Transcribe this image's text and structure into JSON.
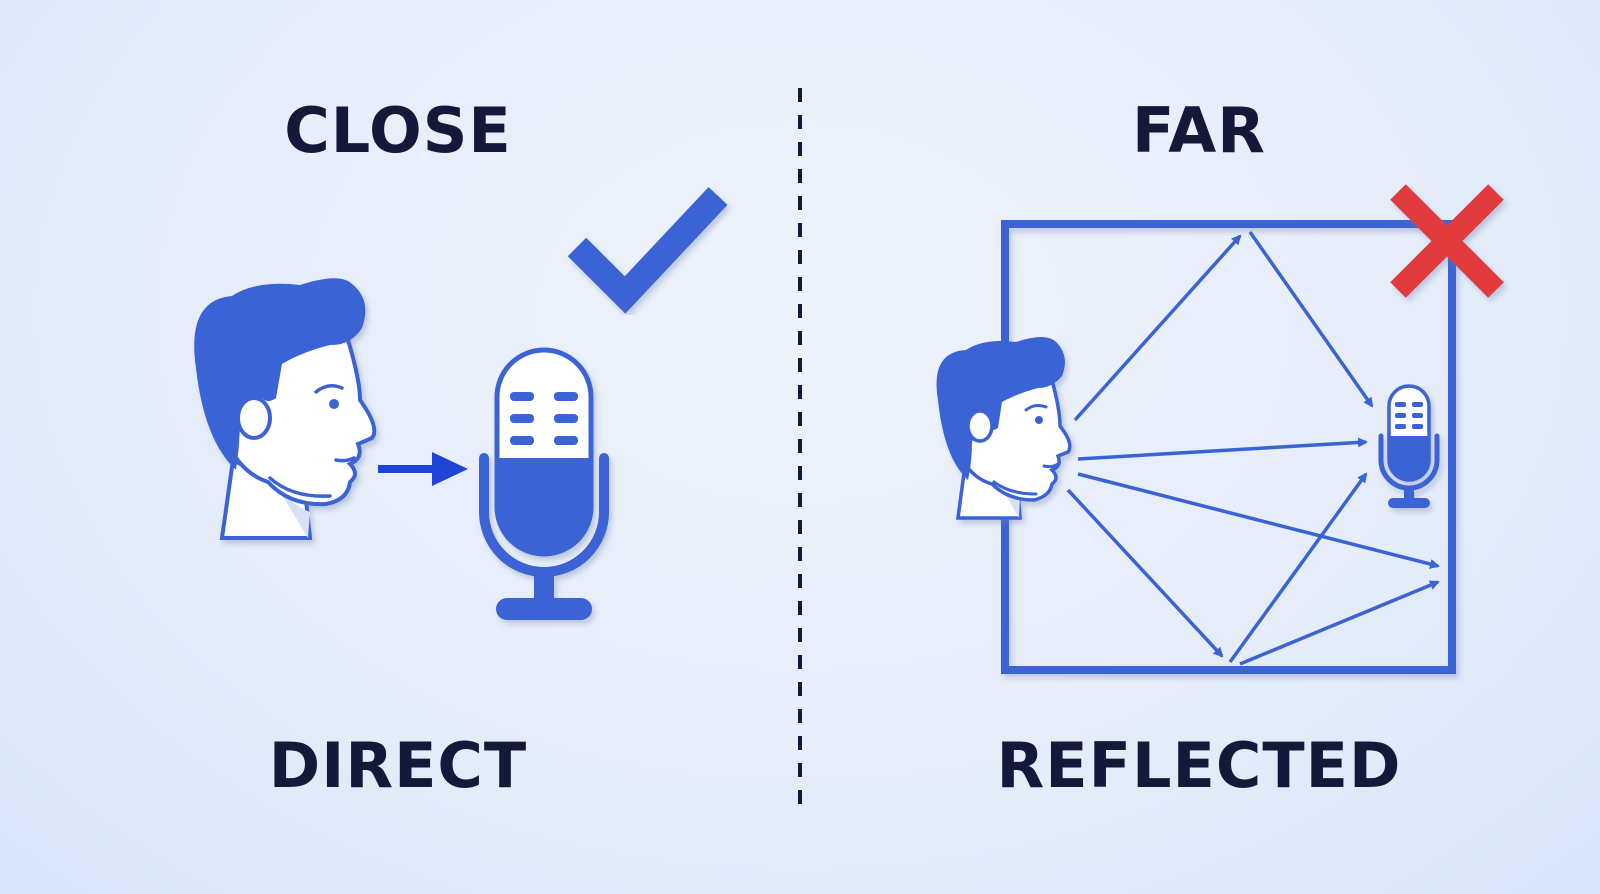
{
  "left_panel": {
    "title": "CLOSE",
    "caption": "DIRECT",
    "status_icon": "checkmark-icon"
  },
  "right_panel": {
    "title": "FAR",
    "caption": "REFLECTED",
    "status_icon": "cross-icon"
  },
  "colors": {
    "primary_blue": "#3a63d6",
    "arrow_blue": "#1f44d8",
    "text_navy": "#14193a",
    "check_blue": "#3a63d6",
    "cross_red": "#e23a3e",
    "background": "#e6edf9"
  }
}
